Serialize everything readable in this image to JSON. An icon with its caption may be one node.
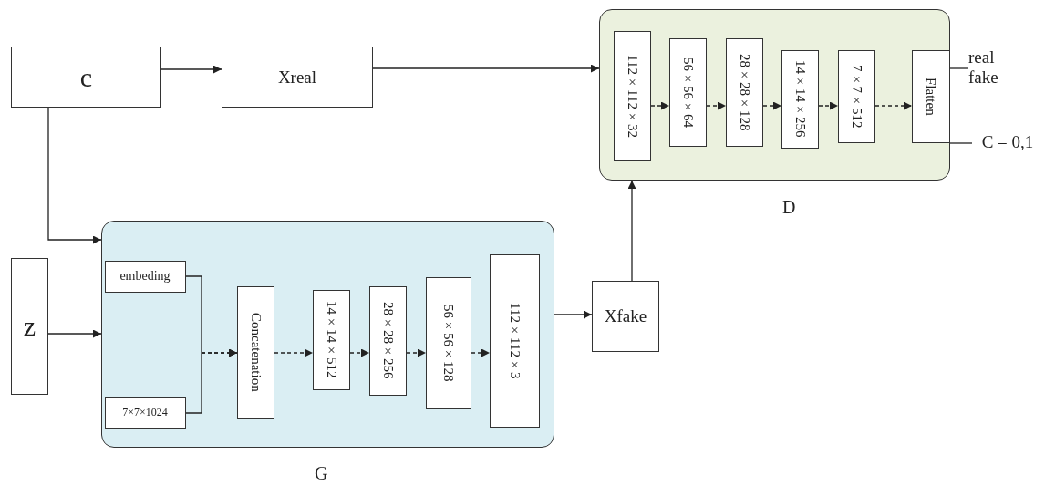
{
  "diagram": {
    "nodes": [
      {
        "text": [
          "c"
        ]
      },
      {
        "text": [
          "Xreal"
        ]
      },
      {
        "text": [
          "z"
        ]
      },
      {
        "text": [],
        "shape": "box",
        "beside": [
          "G"
        ]
      },
      {
        "text": [
          "embeding"
        ],
        "in": 3
      },
      {
        "text": [
          "7×7×1024"
        ],
        "in": 3
      },
      {
        "text": [
          "Concatenation"
        ],
        "in": 3
      },
      {
        "text": [
          "14×14×512"
        ],
        "in": 3
      },
      {
        "text": [
          "28×28×256"
        ],
        "in": 3
      },
      {
        "text": [
          "56×56×128"
        ],
        "in": 3
      },
      {
        "text": [
          "112×112×3"
        ],
        "in": 3
      },
      {
        "text": [
          "Xfake"
        ]
      },
      {
        "text": [],
        "shape": "box",
        "beside": [
          "D"
        ]
      },
      {
        "text": [
          "112×112×32"
        ],
        "in": 12
      },
      {
        "text": [
          "56×56×64"
        ],
        "in": 12
      },
      {
        "text": [
          "28×28×128"
        ],
        "in": 12
      },
      {
        "text": [
          "14×14×256"
        ],
        "in": 12
      },
      {
        "text": [
          "7×7×512"
        ],
        "in": 12
      },
      {
        "text": [
          "Flatten"
        ],
        "in": 12
      },
      {
        "text": [
          "real fake"
        ]
      },
      {
        "text": [
          "C = 0,1"
        ]
      }
    ],
    "edges": [
      {
        "from": 0,
        "to": 1,
        "arrow": "to"
      },
      {
        "from": 1,
        "to": 12,
        "arrow": "to"
      },
      {
        "from": 0,
        "to": 3,
        "arrow": "to"
      },
      {
        "from": 2,
        "to": 3,
        "arrow": "to"
      },
      {
        "from": 4,
        "to": 6,
        "arrow": "to",
        "style": "dashed"
      },
      {
        "from": 5,
        "to": 6,
        "arrow": "to",
        "style": "dashed"
      },
      {
        "from": 6,
        "to": 7,
        "arrow": "to",
        "style": "dashed"
      },
      {
        "from": 7,
        "to": 8,
        "arrow": "to",
        "style": "dashed"
      },
      {
        "from": 8,
        "to": 9,
        "arrow": "to",
        "style": "dashed"
      },
      {
        "from": 9,
        "to": 10,
        "arrow": "to",
        "style": "dashed"
      },
      {
        "from": 3,
        "to": 11,
        "arrow": "to"
      },
      {
        "from": 11,
        "to": 12,
        "arrow": "to"
      },
      {
        "from": 13,
        "to": 14,
        "arrow": "to",
        "style": "dashed"
      },
      {
        "from": 14,
        "to": 15,
        "arrow": "to",
        "style": "dashed"
      },
      {
        "from": 15,
        "to": 16,
        "arrow": "to",
        "style": "dashed"
      },
      {
        "from": 16,
        "to": 17,
        "arrow": "to",
        "style": "dashed"
      },
      {
        "from": 17,
        "to": 18,
        "arrow": "to",
        "style": "dashed"
      },
      {
        "from": 18,
        "to": 19,
        "arrow": "none"
      },
      {
        "from": 18,
        "to": 20,
        "arrow": "none"
      }
    ]
  }
}
